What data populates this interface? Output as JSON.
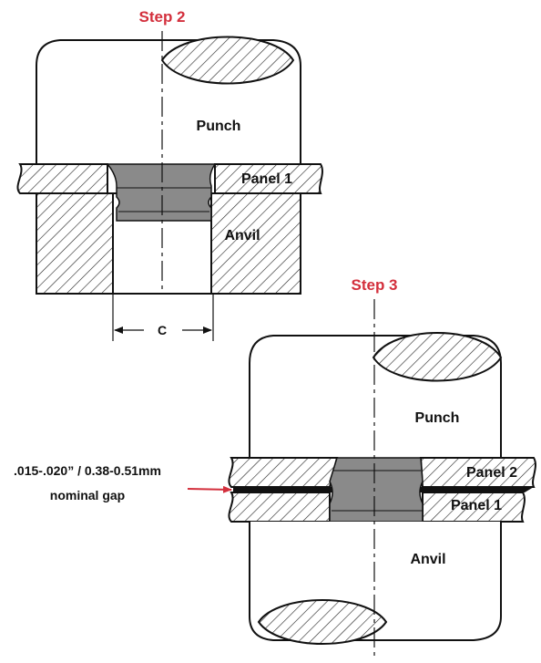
{
  "step2": {
    "title": "Step 2",
    "punch": "Punch",
    "panel1": "Panel 1",
    "anvil": "Anvil",
    "dimension": "C"
  },
  "step3": {
    "title": "Step 3",
    "punch": "Punch",
    "panel2": "Panel 2",
    "panel1": "Panel 1",
    "anvil": "Anvil",
    "gap_note_line1": ".015-.020” / 0.38-0.51mm",
    "gap_note_line2": "nominal gap"
  },
  "colors": {
    "step_title": "#d32f3c",
    "gap_arrow": "#d32f3c",
    "fastener": "#8a8a8a",
    "outline": "#111111"
  }
}
